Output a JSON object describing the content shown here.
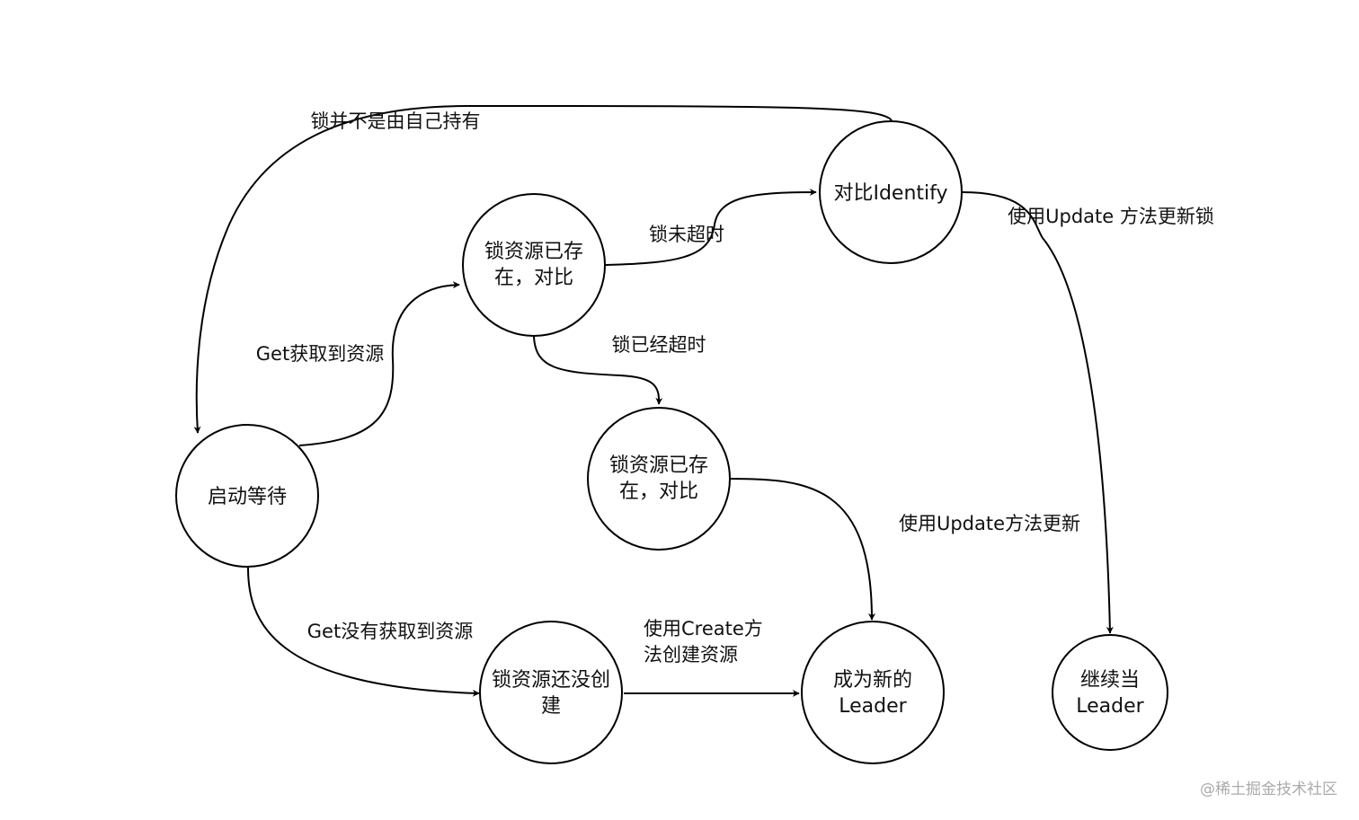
{
  "nodes": {
    "start_wait": "启动等待",
    "lock_exists_compare_1": [
      "锁资源已存",
      "在，对比"
    ],
    "compare_identify": "对比Identify",
    "lock_exists_compare_2": [
      "锁资源已存",
      "在，对比"
    ],
    "lock_not_created": [
      "锁资源还没创",
      "建"
    ],
    "become_leader": [
      "成为新的",
      "Leader"
    ],
    "remain_leader": [
      "继续当",
      "Leader"
    ]
  },
  "edges": {
    "get_found": "Get获取到资源",
    "get_not_found": "Get没有获取到资源",
    "lock_not_expired": "锁未超时",
    "lock_expired": "锁已经超时",
    "lock_not_own": "锁并不是由自己持有",
    "update_lock": "使用Update 方法更新锁",
    "update_method": "使用Update方法更新",
    "create_resource": [
      "使用Create方",
      "法创建资源"
    ]
  },
  "watermark": "@稀土掘金技术社区"
}
